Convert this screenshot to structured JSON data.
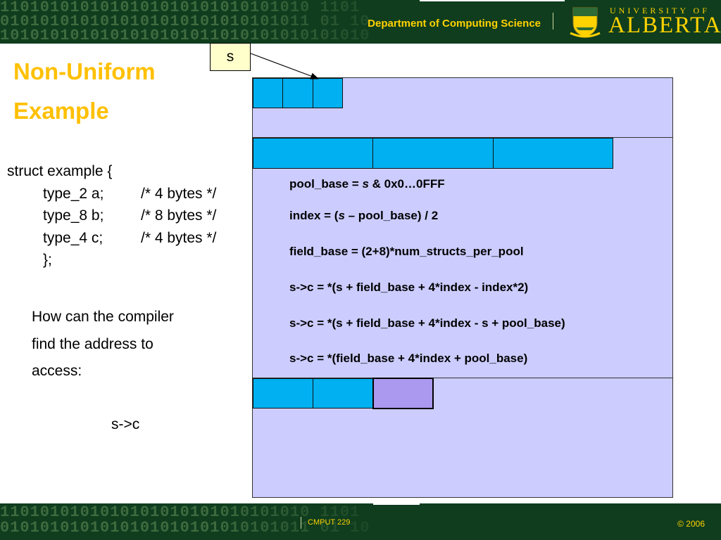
{
  "header": {
    "binary_rows": [
      "1101010101010101010101010101010 1101",
      "0101010101010101010101010101011 01 10",
      "1010101010101010101011010101010101010"
    ],
    "department": "Department of Computing Science",
    "university_small": "UNIVERSITY OF",
    "university_big": "ALBERTA",
    "crest_icon": "university-crest-icon"
  },
  "slide": {
    "title_line1": "Non-Uniform",
    "title_line2": "Example",
    "code": {
      "open": "struct example {",
      "fields": [
        {
          "decl": "type_2 a;",
          "comment": "/* 4 bytes */"
        },
        {
          "decl": "type_8 b;",
          "comment": "/* 8 bytes */"
        },
        {
          "decl": "type_4 c;",
          "comment": "/* 4 bytes */"
        }
      ],
      "close": "};"
    },
    "question_line1": "How can the compiler",
    "question_line2": "find the address to",
    "question_line3": "access:",
    "expression": "s->c",
    "pointer_label": "s",
    "formulas": [
      {
        "pre": "pool_base = ",
        "ital": "s",
        "post": " & 0x0…0FFF"
      },
      {
        "pre": "index = (",
        "ital": "s",
        "post": " – pool_base) / 2"
      },
      {
        "pre": "field_base = (2+8)*num_structs_per_pool",
        "ital": "",
        "post": ""
      },
      {
        "pre": "s->c = *(s + field_base + 4*index - index*2)",
        "ital": "",
        "post": ""
      },
      {
        "pre": "s->c = *(s + field_base + 4*index - s + pool_base)",
        "ital": "",
        "post": ""
      },
      {
        "pre": "s->c = *(field_base + 4*index + pool_base)",
        "ital": "",
        "post": ""
      }
    ],
    "colors": {
      "title": "#ffc000",
      "memory_pool": "#ccccff",
      "cell": "#00b0f0",
      "target_cell": "#aa99ee",
      "pointer_box": "#ffffcc",
      "bar": "#0f3d1e",
      "bar_text": "#ffd200"
    }
  },
  "footer": {
    "binary_rows": [
      "1101010101010101010101010101010 1101",
      "0101010101010101010101010101011 01 10"
    ],
    "course": "CMPUT 229",
    "year": "© 2006"
  }
}
